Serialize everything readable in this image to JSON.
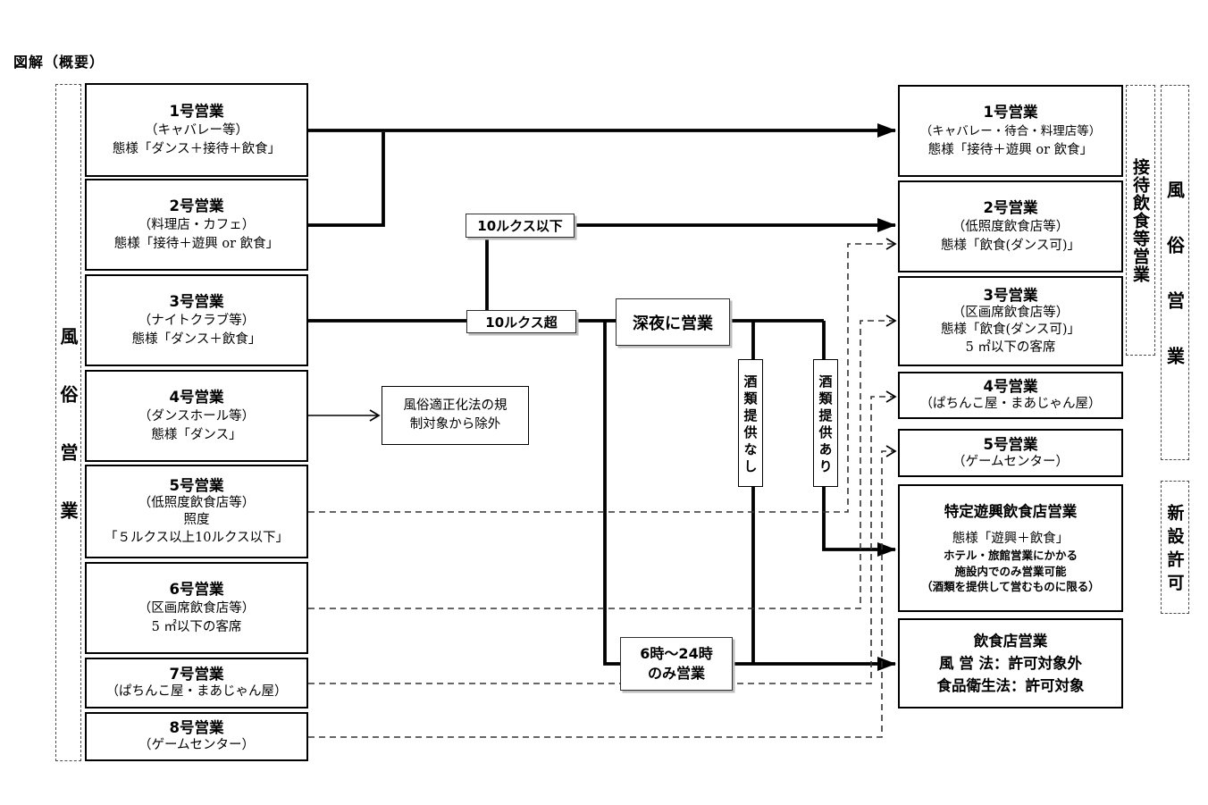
{
  "title": "図解（概要）",
  "group_labels": {
    "left": "風俗営業",
    "settai": "接待飲食等営業",
    "fuzoku_right": "風俗営業",
    "shinsetsu": "新設許可"
  },
  "left_boxes": [
    {
      "title": "1号営業",
      "lines": [
        "（キャバレー等）",
        "態様「ダンス＋接待＋飲食」"
      ]
    },
    {
      "title": "2号営業",
      "lines": [
        "（料理店・カフェ）",
        "態様「接待＋遊興 or 飲食」"
      ]
    },
    {
      "title": "3号営業",
      "lines": [
        "（ナイトクラブ等）",
        "態様「ダンス＋飲食」"
      ]
    },
    {
      "title": "4号営業",
      "lines": [
        "（ダンスホール等）",
        "態様「ダンス」"
      ]
    },
    {
      "title": "5号営業",
      "lines": [
        "（低照度飲食店等）",
        "照度",
        "「５ルクス以上10ルクス以下」"
      ]
    },
    {
      "title": "6号営業",
      "lines": [
        "（区画席飲食店等）",
        "5 ㎡以下の客席"
      ]
    },
    {
      "title": "7号営業",
      "lines": [
        "（ぱちんこ屋・まあじゃん屋）"
      ]
    },
    {
      "title": "8号営業",
      "lines": [
        "（ゲームセンター）"
      ]
    }
  ],
  "condition_boxes": {
    "lux_below": "10ルクス以下",
    "lux_over": "10ルクス超",
    "midnight": "深夜に営業",
    "exempt_line1": "風俗適正化法の規",
    "exempt_line2": "制対象から除外",
    "no_alcohol": "酒類提供なし",
    "with_alcohol": "酒類提供あり",
    "daytime_line1": "6時～24時",
    "daytime_line2": "のみ営業"
  },
  "right_boxes": [
    {
      "title": "1号営業",
      "lines": [
        "（キャバレー・待合・料理店等）",
        "態様「接待＋遊興 or 飲食」"
      ]
    },
    {
      "title": "2号営業",
      "lines": [
        "（低照度飲食店等）",
        "態様「飲食(ダンス可)」"
      ]
    },
    {
      "title": "3号営業",
      "lines": [
        "（区画席飲食店等）",
        "態様「飲食(ダンス可)」",
        "5 ㎡以下の客席"
      ]
    },
    {
      "title": "4号営業",
      "lines": [
        "（ぱちんこ屋・まあじゃん屋）"
      ]
    },
    {
      "title": "5号営業",
      "lines": [
        "（ゲームセンター）"
      ]
    },
    {
      "title": "特定遊興飲食店営業",
      "lines": [
        "態様「遊興＋飲食」",
        "ホテル・旅館営業にかかる",
        "施設内でのみ営業可能",
        "（酒類を提供して営むものに限る）"
      ]
    },
    {
      "title": "飲食店営業",
      "lines": [
        "風 営 法：許可対象外",
        "食品衛生法：許可対象"
      ]
    }
  ]
}
